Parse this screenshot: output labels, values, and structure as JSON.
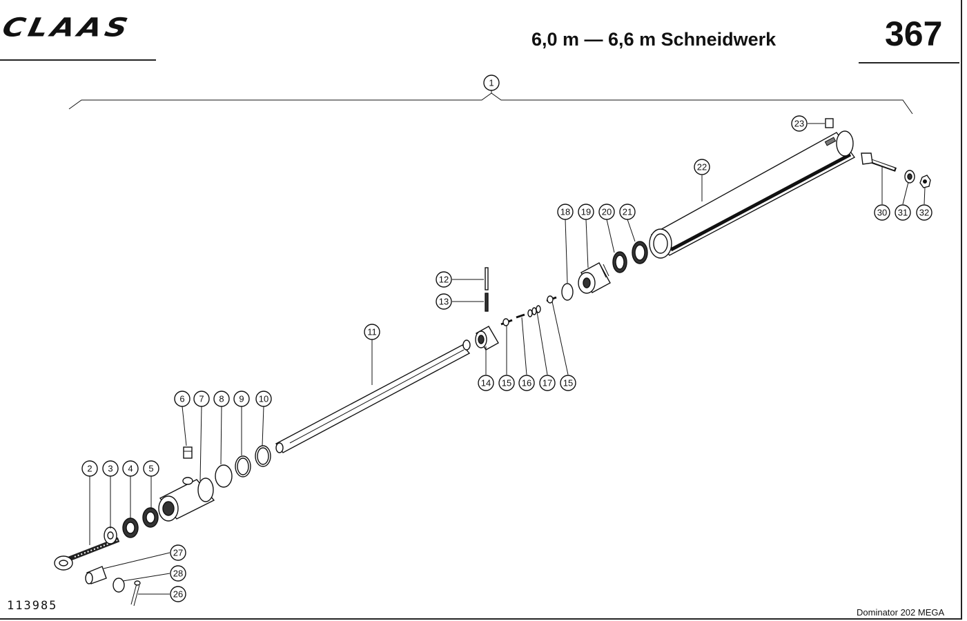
{
  "header": {
    "brand": "CLAAS",
    "title": "6,0 m — 6,6 m Schneidwerk",
    "page_number": "367"
  },
  "footer": {
    "drawing_number": "113985",
    "model": "Dominator 202 MEGA"
  },
  "callouts": {
    "c1": "1",
    "c2": "2",
    "c3": "3",
    "c4": "4",
    "c5": "5",
    "c6": "6",
    "c7": "7",
    "c8": "8",
    "c9": "9",
    "c10": "10",
    "c11": "11",
    "c12": "12",
    "c13": "13",
    "c14": "14",
    "c15a": "15",
    "c15b": "15",
    "c16": "16",
    "c17": "17",
    "c18": "18",
    "c19": "19",
    "c20": "20",
    "c21": "21",
    "c22": "22",
    "c23": "23",
    "c26": "26",
    "c27": "27",
    "c28": "28",
    "c30": "30",
    "c31": "31",
    "c32": "32"
  }
}
